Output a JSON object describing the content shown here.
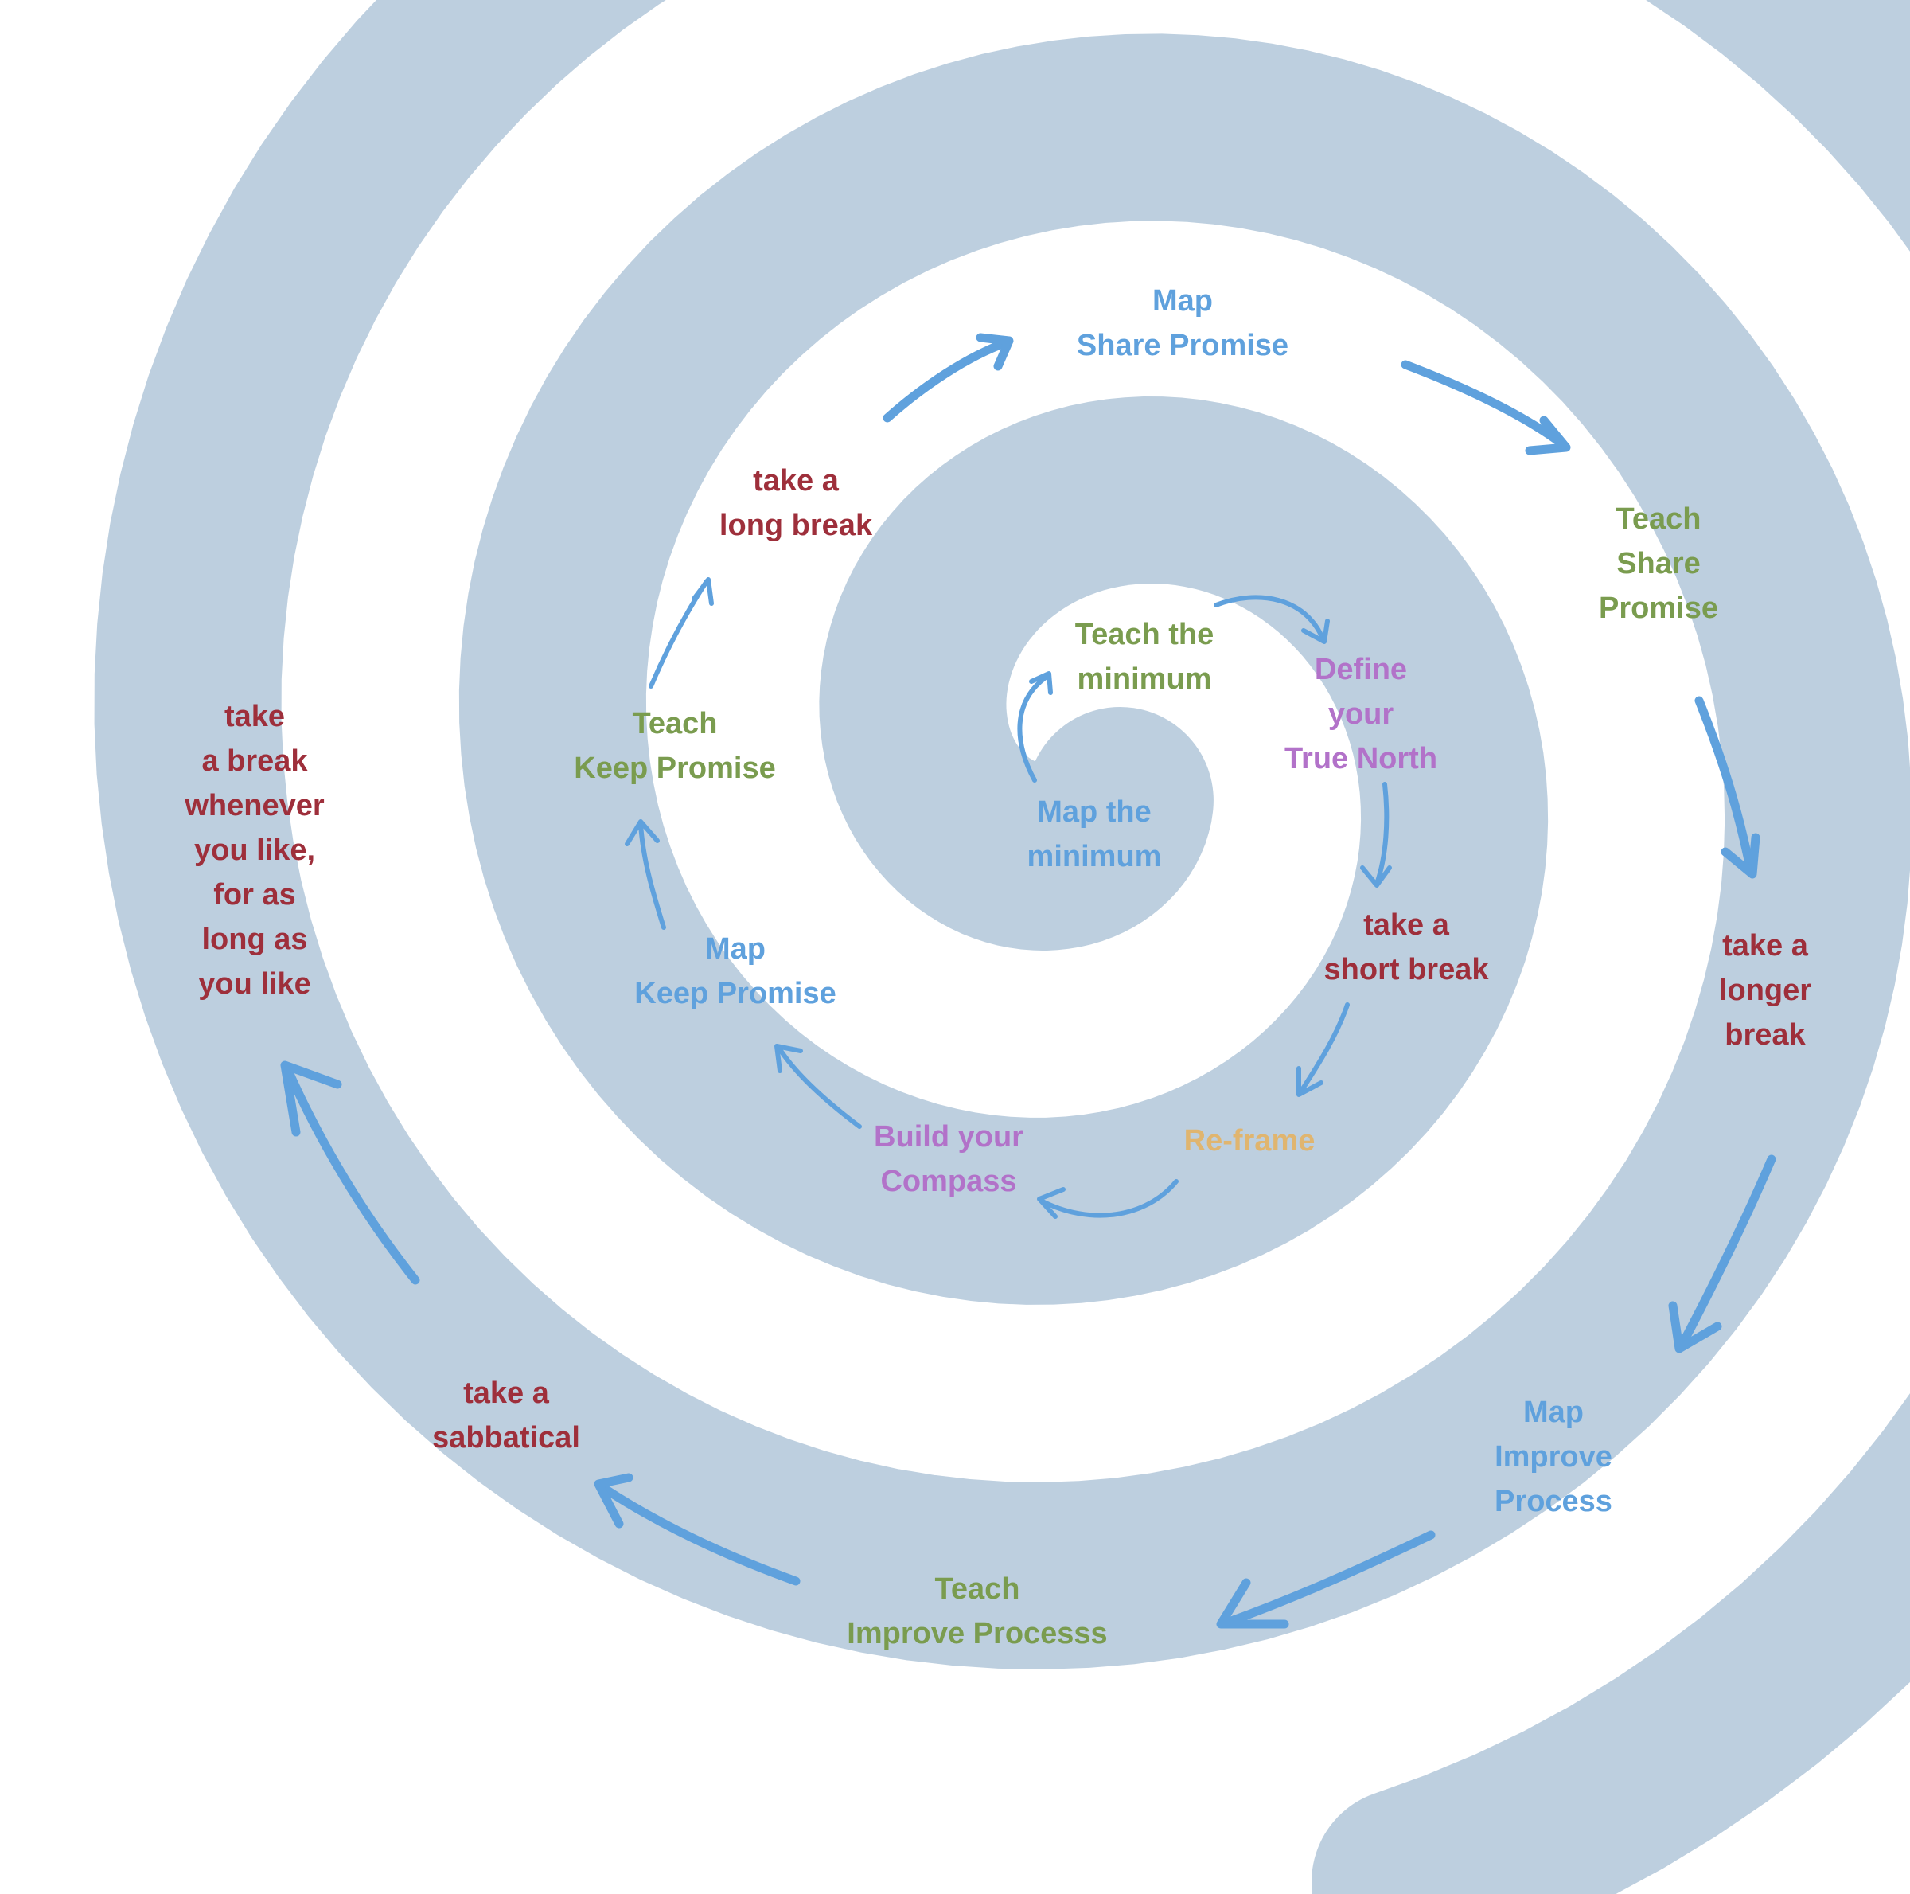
{
  "colors": {
    "spiral": "#bdcfdf",
    "arrow": "#5fa1dd",
    "map": "#5fa1dd",
    "teach": "#7a9c4f",
    "break": "#9e2f3b",
    "define": "#b272c9",
    "reframe": "#e0b56f"
  },
  "steps": [
    {
      "id": "map-the-minimum",
      "kind": "map",
      "text": "Map the\nminimum"
    },
    {
      "id": "teach-the-minimum",
      "kind": "teach",
      "text": "Teach the\nminimum"
    },
    {
      "id": "define-true-north",
      "kind": "define",
      "text": "Define\nyour\nTrue North"
    },
    {
      "id": "short-break",
      "kind": "break",
      "text": "take a\nshort  break"
    },
    {
      "id": "reframe",
      "kind": "reframe",
      "text": "Re-frame"
    },
    {
      "id": "build-compass",
      "kind": "define",
      "text": "Build your\nCompass"
    },
    {
      "id": "map-keep-promise",
      "kind": "map",
      "text": "Map\nKeep Promise"
    },
    {
      "id": "teach-keep-promise",
      "kind": "teach",
      "text": "Teach\nKeep Promise"
    },
    {
      "id": "long-break",
      "kind": "break",
      "text": "take a\nlong break"
    },
    {
      "id": "map-share-promise",
      "kind": "map",
      "text": "Map\nShare Promise"
    },
    {
      "id": "teach-share-promise",
      "kind": "teach",
      "text": "Teach\nShare\nPromise"
    },
    {
      "id": "longer-break",
      "kind": "break",
      "text": "take a\nlonger break"
    },
    {
      "id": "map-improve-process",
      "kind": "map",
      "text": "Map\nImprove\nProcess"
    },
    {
      "id": "teach-improve-process",
      "kind": "teach",
      "text": "Teach\nImprove Processs"
    },
    {
      "id": "sabbatical",
      "kind": "break",
      "text": "take a\nsabbatical"
    },
    {
      "id": "break-whenever",
      "kind": "break",
      "text": "take\na break\nwhenever\nyou like,\nfor as\nlong as\nyou like"
    }
  ]
}
